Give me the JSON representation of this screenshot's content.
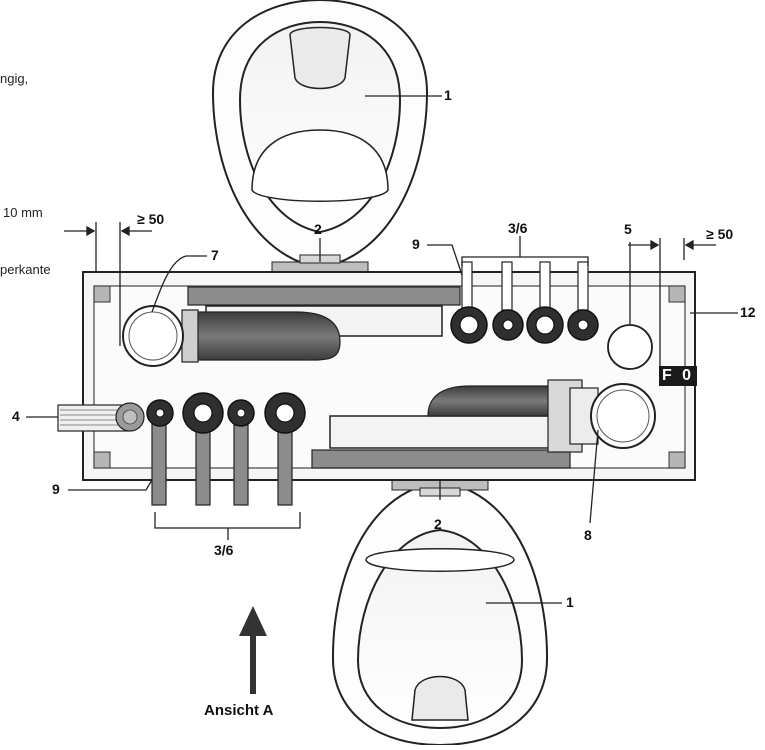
{
  "side_text": {
    "line1": "ngig,",
    "line2": "10 mm",
    "line3": "perkante"
  },
  "callouts": {
    "c1_top": "1",
    "c1_bottom": "1",
    "c2_top": "2",
    "c2_bottom": "2",
    "c36_top": "3/6",
    "c36_bottom": "3/6",
    "c4": "4",
    "c5": "5",
    "c7": "7",
    "c8": "8",
    "c9_top": "9",
    "c9_bottom": "9",
    "c12": "12"
  },
  "dimensions": {
    "left": "≥ 50",
    "right": "≥ 50"
  },
  "fo_label": "F 0",
  "view_label": "Ansicht A",
  "colors": {
    "line": "#222222",
    "dark_pipe": "#4a4a4a",
    "mid_gray": "#8c8c8c",
    "light_fill": "#ececec",
    "box_fill": "#f4f4f4"
  }
}
